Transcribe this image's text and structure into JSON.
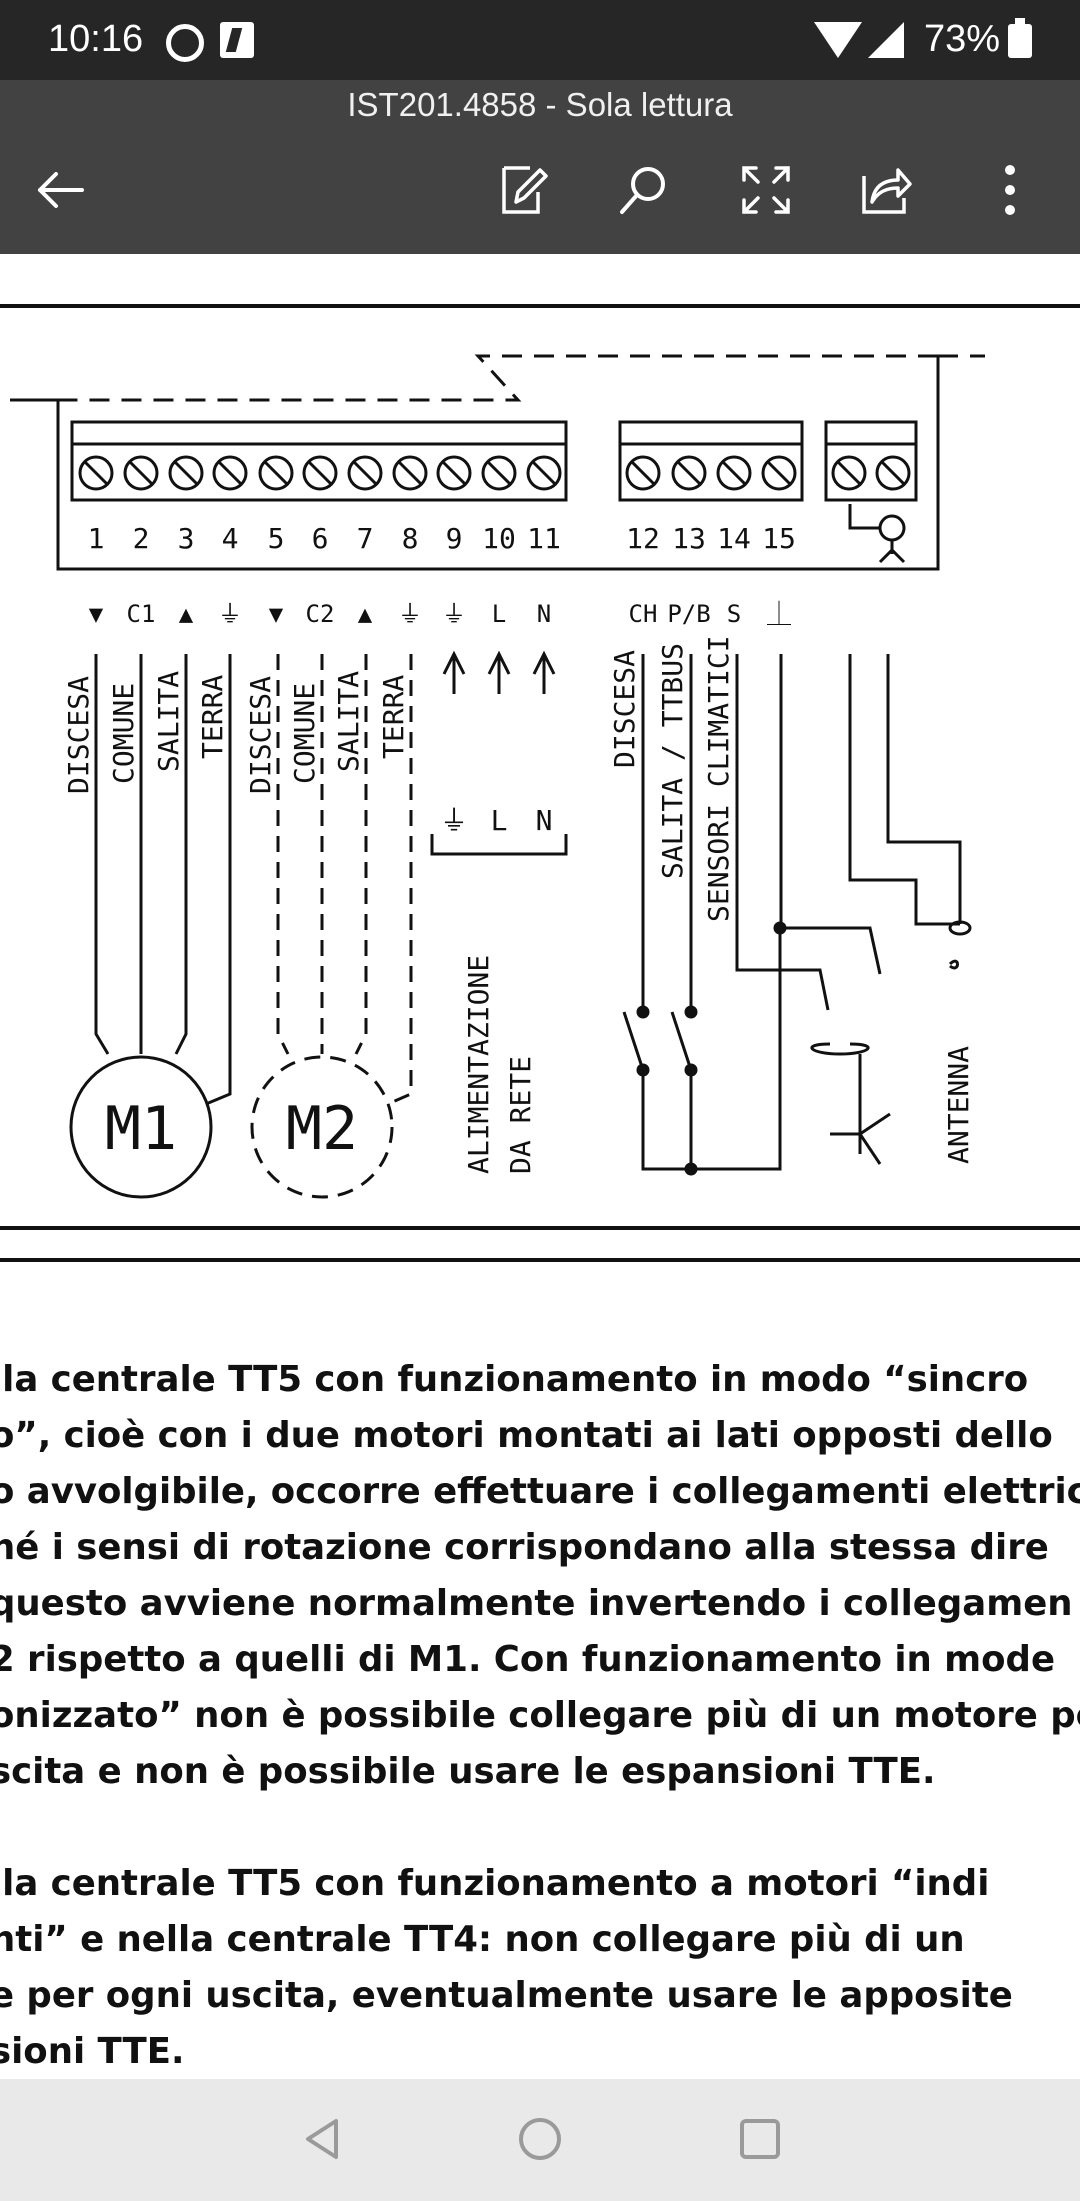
{
  "status_bar": {
    "time": "10:16",
    "battery": "73%"
  },
  "app_bar": {
    "title": "IST201.4858 - Sola lettura",
    "icons": [
      "arrow-left-icon",
      "edit-icon",
      "search-icon",
      "fullscreen-icon",
      "share-icon",
      "more-vert-icon"
    ]
  },
  "diagram": {
    "terminal_numbers": [
      "1",
      "2",
      "3",
      "4",
      "5",
      "6",
      "7",
      "8",
      "9",
      "10",
      "11",
      "12",
      "13",
      "14",
      "15"
    ],
    "terminal_labels": [
      "▼",
      "C1",
      "▲",
      "⏚",
      "▼",
      "C2",
      "▲",
      "⏚",
      "⏚",
      "L",
      "N",
      "CH",
      "P/B",
      "S",
      "⏊"
    ],
    "motor1_wires": [
      "DISCESA",
      "COMUNE",
      "SALITA",
      "TERRA"
    ],
    "motor2_wires": [
      "DISCESA",
      "COMUNE",
      "SALITA",
      "TERRA"
    ],
    "mains_labels": [
      "⏚",
      "L",
      "N"
    ],
    "mains_caption_line1": "ALIMENTAZIONE",
    "mains_caption_line2": "DA RETE",
    "control_wires": [
      "DISCESA",
      "SALITA / TTBUS",
      "SENSORI CLIMATICI"
    ],
    "antenna_label": "ANTENNA",
    "motor1_label": "M1",
    "motor2_label": "M2"
  },
  "text": {
    "paragraph1": [
      "lla centrale TT5 con funzionamento in modo “sincro",
      "o”, cioè con i due motori montati ai lati opposti dello",
      "o avvolgibile, occorre effettuare i collegamenti elettric",
      "hé i sensi di rotazione corrispondano alla stessa dire",
      "questo avviene normalmente invertendo i collegamen",
      "2 rispetto a quelli di M1. Con funzionamento in mode",
      "onizzato” non è possibile collegare più di un motore pe",
      "scita e non è possibile usare le espansioni TTE."
    ],
    "paragraph2": [
      "lla centrale TT5 con funzionamento a motori “indi",
      "nti” e nella centrale TT4: non collegare più di un",
      "e per ogni uscita, eventualmente usare le apposite",
      "sioni TTE."
    ]
  },
  "nav_bar": {
    "icons": [
      "back-triangle-icon",
      "home-circle-icon",
      "recents-square-icon"
    ]
  }
}
